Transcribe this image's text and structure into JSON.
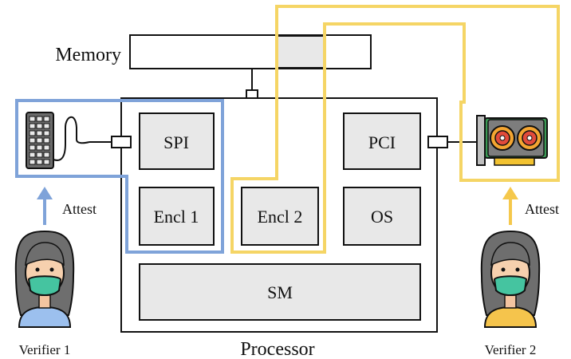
{
  "memory": {
    "label": "Memory"
  },
  "processor": {
    "label": "Processor",
    "components": {
      "spi": "SPI",
      "pci": "PCI",
      "encl1": "Encl 1",
      "encl2": "Encl 2",
      "os": "OS",
      "sm": "SM"
    }
  },
  "verifiers": [
    {
      "label": "Verifier 1",
      "action": "Attest",
      "color": "#7fa3d9"
    },
    {
      "label": "Verifier 2",
      "action": "Attest",
      "color": "#f5c84c"
    }
  ],
  "colors": {
    "enclave1_boundary": "#7fa3d9",
    "enclave2_boundary": "#f5d565",
    "component_fill": "#e8e8e8",
    "mask": "#45c4a0",
    "gpu_board": "#3b9a55",
    "gpu_fan": "#e24b3b"
  },
  "icons": {
    "peripheral_left": "keypad-device-icon",
    "peripheral_right": "graphics-card-icon",
    "verifier": "person-with-mask-icon",
    "attest_arrow": "arrow-up-icon"
  }
}
